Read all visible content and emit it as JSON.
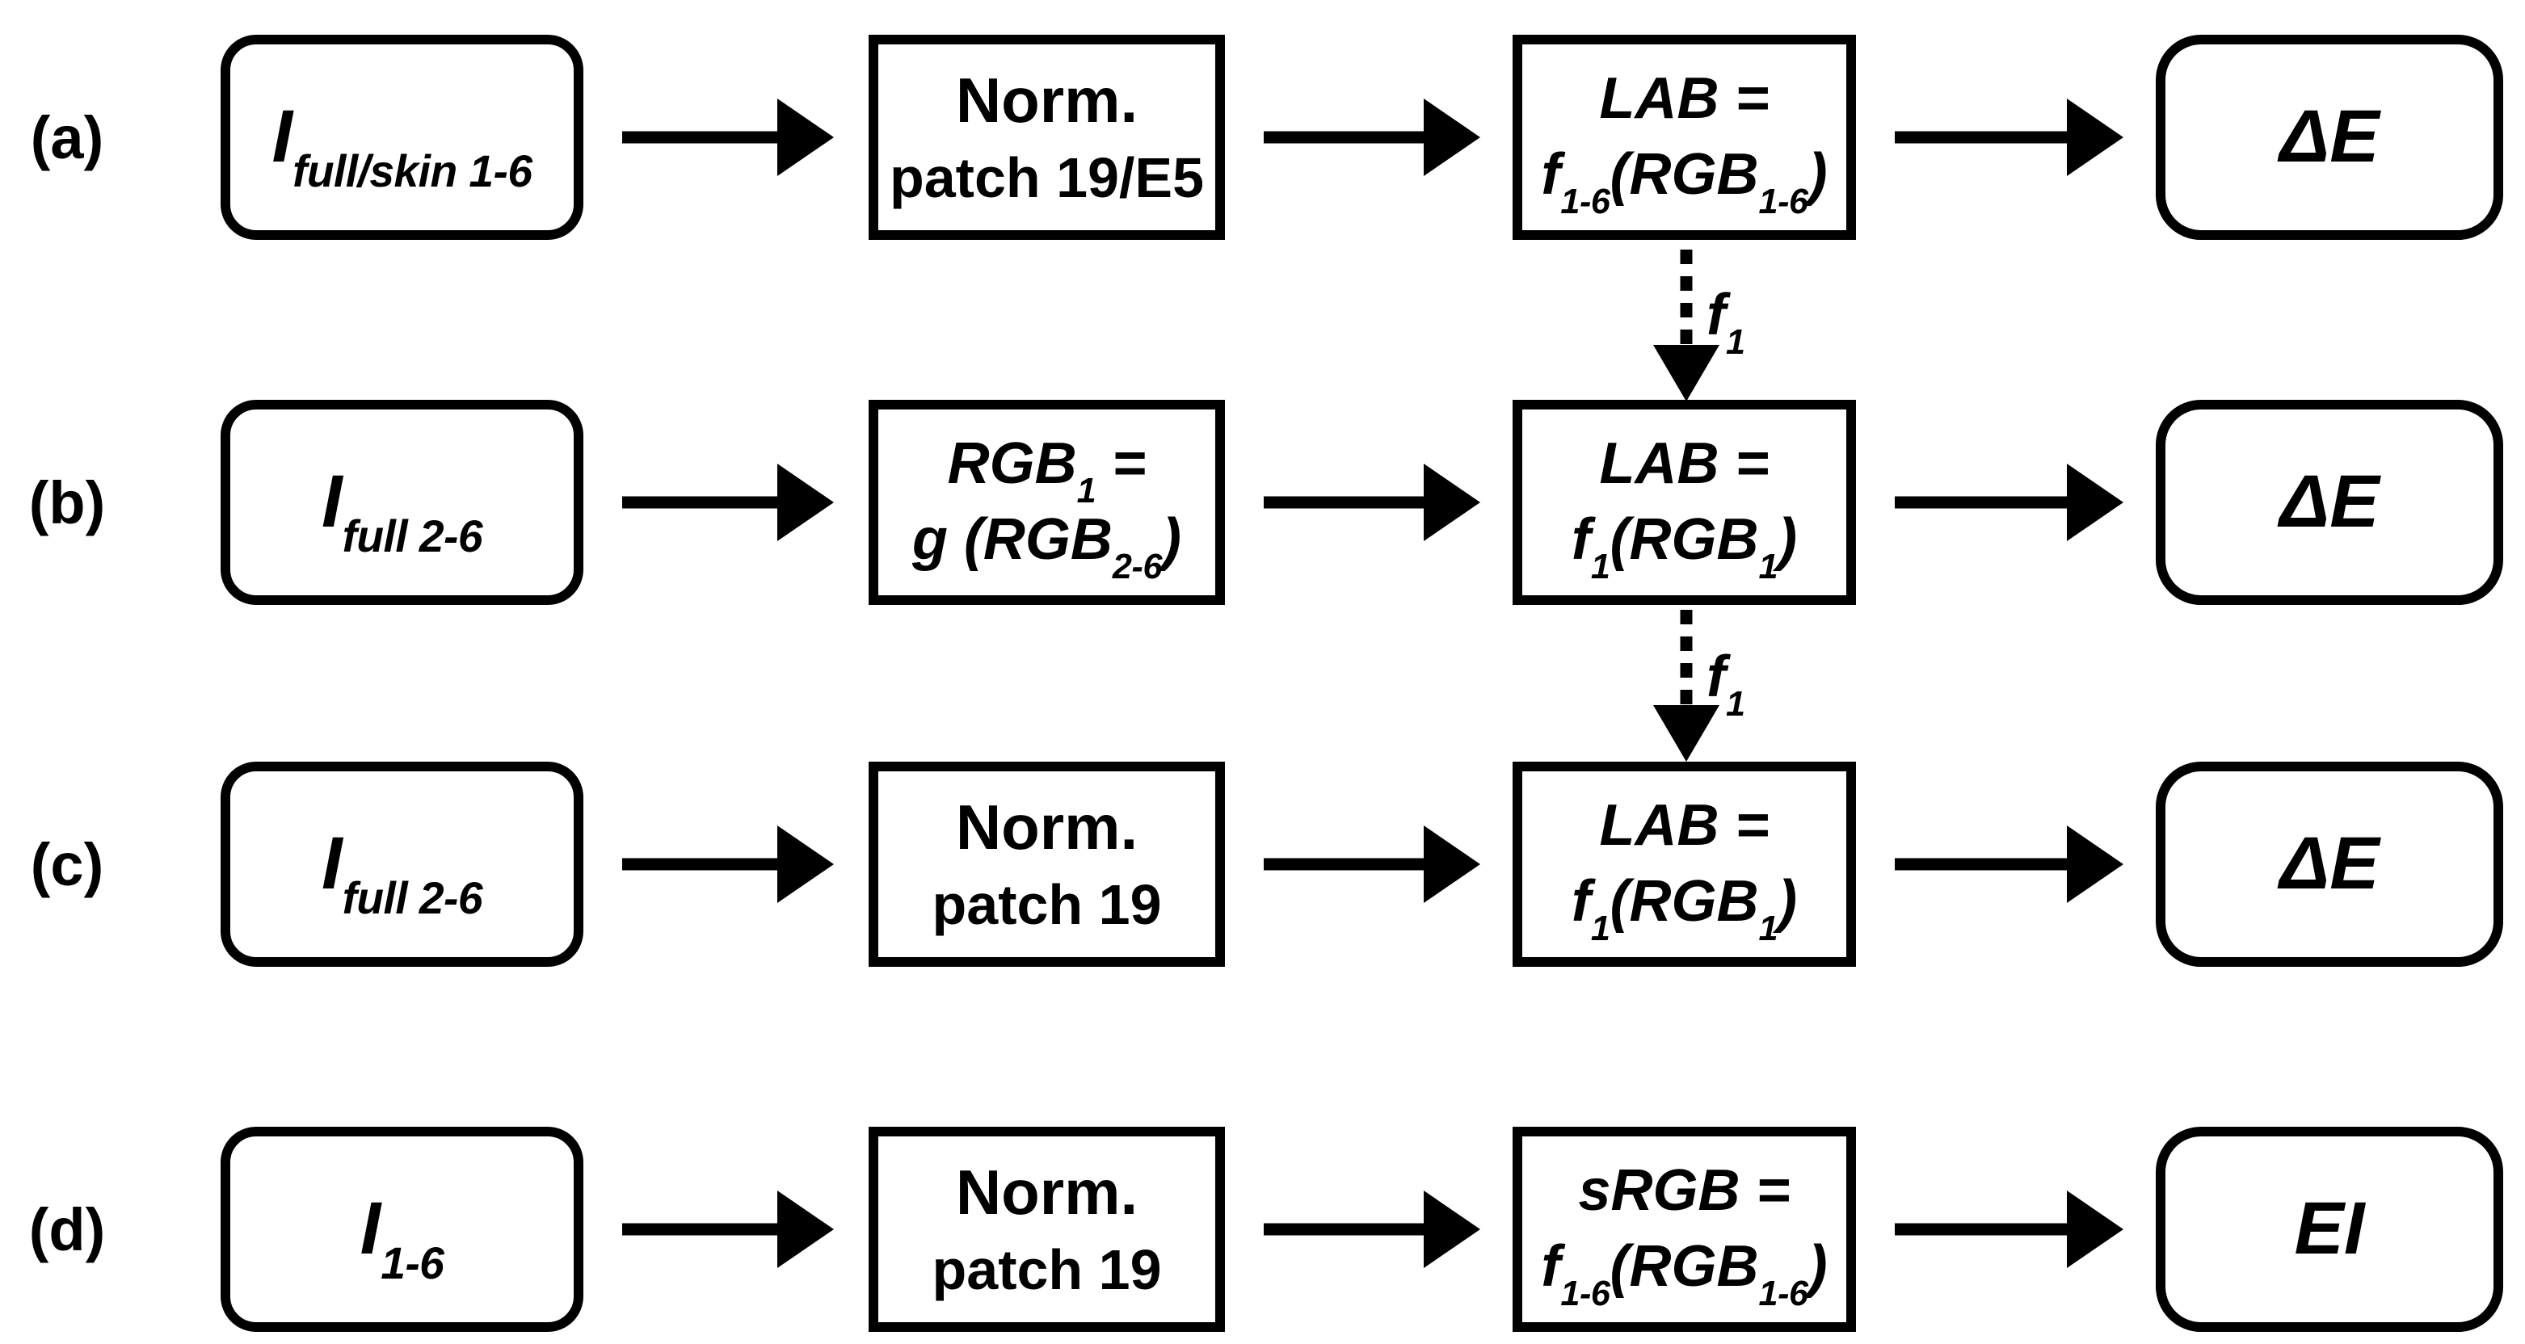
{
  "figure": {
    "type": "flow-diagram",
    "background_color": "#ffffff",
    "ink_color": "#000000"
  },
  "rows": [
    {
      "label": "(a)",
      "input": {
        "t1": "I",
        "s1": "full/skin 1-6"
      },
      "step": {
        "line1": {
          "t1": "Norm."
        },
        "line2": {
          "t1": "patch 19/E5"
        }
      },
      "model": {
        "line1": {
          "t1": "LAB ="
        },
        "line2": {
          "t1": "f",
          "s1": "1-6",
          "t2": "(RGB",
          "s2": "1-6",
          "t3": ")"
        }
      },
      "output": {
        "t1": "ΔE"
      }
    },
    {
      "label": "(b)",
      "input": {
        "t1": "I",
        "s1": "full 2-6"
      },
      "step": {
        "line1": {
          "t1": "RGB",
          "s1": "1",
          "t2": " ="
        },
        "line2": {
          "t1": "g (RGB",
          "s1": "2-6",
          "t2": ")"
        }
      },
      "model": {
        "line1": {
          "t1": "LAB ="
        },
        "line2": {
          "t1": "f",
          "s1": "1",
          "t2": "(RGB",
          "s2": "1",
          "t3": ")"
        }
      },
      "output": {
        "t1": "ΔE"
      }
    },
    {
      "label": "(c)",
      "input": {
        "t1": "I",
        "s1": "full 2-6"
      },
      "step": {
        "line1": {
          "t1": "Norm."
        },
        "line2": {
          "t1": "patch 19"
        }
      },
      "model": {
        "line1": {
          "t1": "LAB ="
        },
        "line2": {
          "t1": "f",
          "s1": "1",
          "t2": "(RGB",
          "s2": "1",
          "t3": ")"
        }
      },
      "output": {
        "t1": "ΔE"
      }
    },
    {
      "label": "(d)",
      "input": {
        "t1": "I",
        "s1": "1-6"
      },
      "step": {
        "line1": {
          "t1": "Norm."
        },
        "line2": {
          "t1": "patch 19"
        }
      },
      "model": {
        "line1": {
          "t1": "sRGB ="
        },
        "line2": {
          "t1": "f",
          "s1": "1-6",
          "t2": "(RGB",
          "s2": "1-6",
          "t3": ")"
        }
      },
      "output": {
        "t1": "EI"
      }
    }
  ],
  "connectors": [
    {
      "t1": "f",
      "s1": "1"
    },
    {
      "t1": "f",
      "s1": "1"
    }
  ]
}
